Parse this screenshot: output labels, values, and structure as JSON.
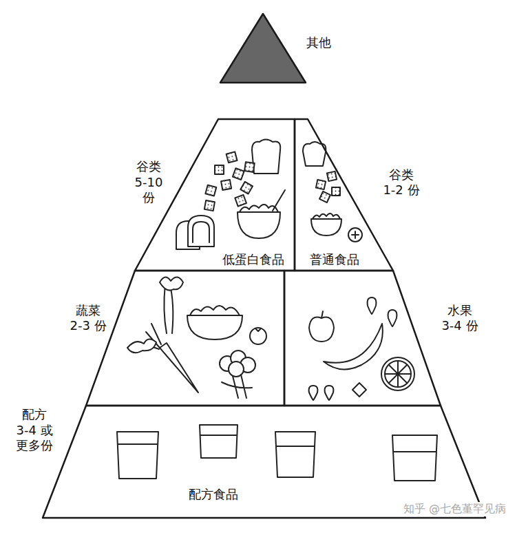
{
  "diagram": {
    "nodes": [
      {
        "text": [
          "其他"
        ]
      },
      {
        "text": [
          "谷类 5-10 份",
          "低蛋白食品"
        ]
      },
      {
        "text": [
          "谷类 1-2 份",
          "普通食品"
        ]
      },
      {
        "text": [
          "蔬菜 2-3 份"
        ]
      },
      {
        "text": [
          "水果 3-4 份"
        ]
      },
      {
        "text": [
          "配方 3-4 或更多份",
          "配方食品"
        ]
      }
    ],
    "labels": [
      "知乎 @七色堇罕见病"
    ]
  }
}
